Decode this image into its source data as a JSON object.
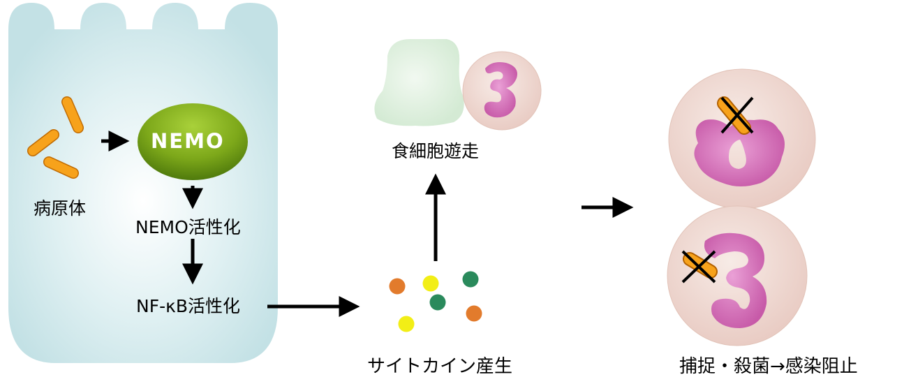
{
  "labels": {
    "pathogen": "病原体",
    "nemo": "NEMO",
    "nemo_activation": "NEMO活性化",
    "nfkb_activation": "NF-κB活性化",
    "phagocyte_migration": "食細胞遊走",
    "cytokine_production": "サイトカイン産生",
    "capture_kill": "捕捉・殺菌→感染阻止"
  },
  "colors": {
    "cell": "#c6e3e7",
    "bacterium": "#f7a21b",
    "nemo": "#73a016",
    "cytokine_orange": "#e27b2c",
    "cytokine_yellow": "#f2ee16",
    "cytokine_green": "#2a8a5c",
    "neutrophil_body": "#f1ddd5",
    "nucleus": "#d674b6"
  }
}
